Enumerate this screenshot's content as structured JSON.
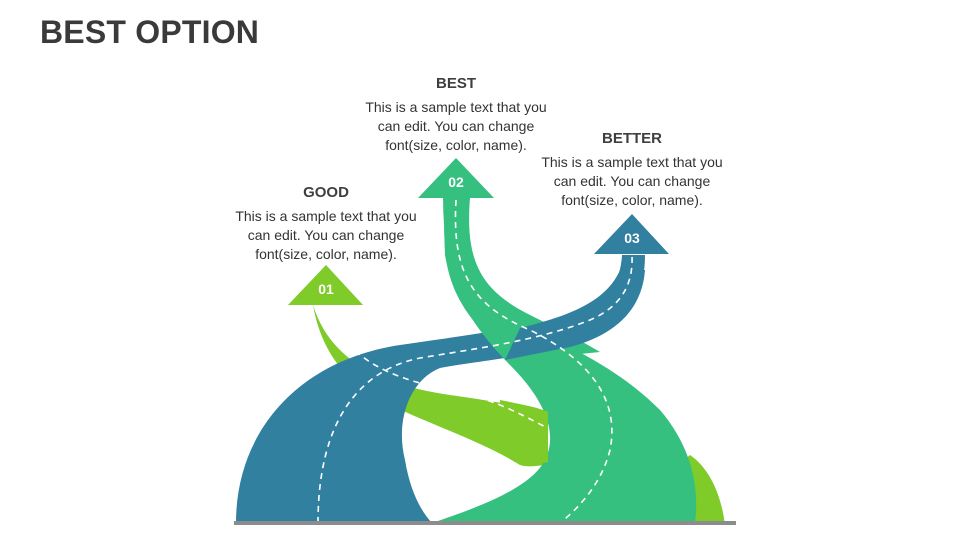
{
  "title": "BEST OPTION",
  "colors": {
    "green_light": "#7ecb2a",
    "green_mid": "#35c07f",
    "blue": "#31809f",
    "text": "#333333"
  },
  "options": [
    {
      "number": "01",
      "heading": "GOOD",
      "text": "This is a sample text that you can edit. You can change font(size, color, name)."
    },
    {
      "number": "02",
      "heading": "BEST",
      "text": "This is a sample text that you can edit. You can change font(size, color, name)."
    },
    {
      "number": "03",
      "heading": "BETTER",
      "text": "This is a sample text that you can edit. You can change font(size, color, name)."
    }
  ]
}
